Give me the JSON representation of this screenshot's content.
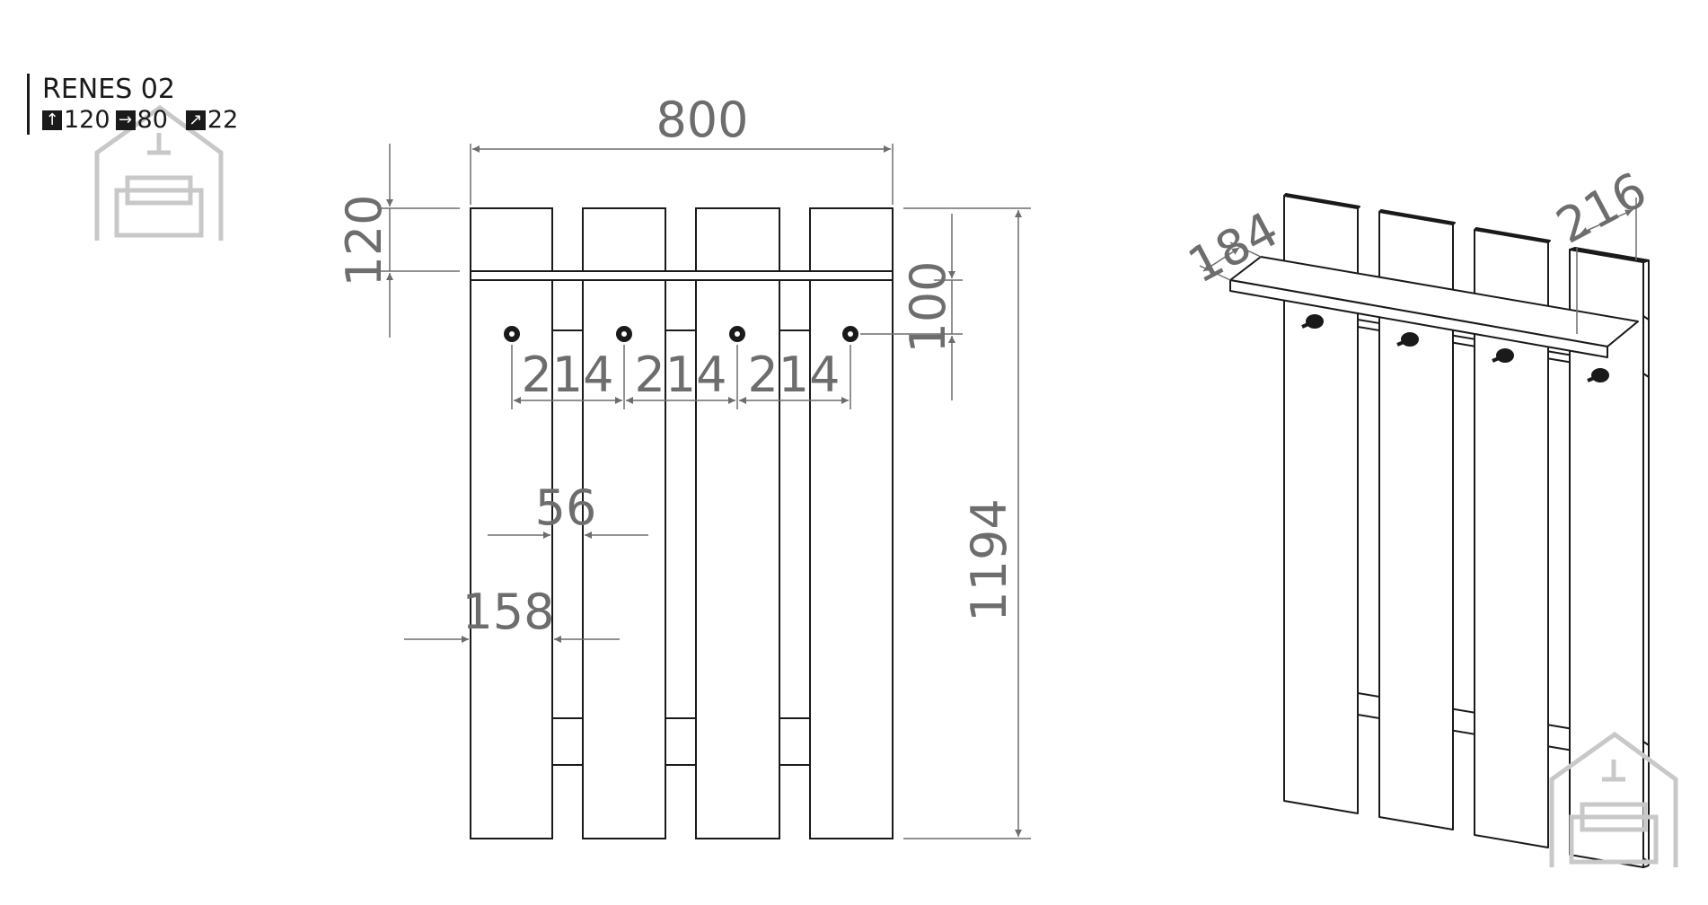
{
  "product": {
    "name": "RENES 02",
    "height": "120",
    "width": "80",
    "depth": "22"
  },
  "icons": {
    "height_icon": "arrow-up-icon",
    "width_icon": "arrow-right-icon",
    "depth_icon": "arrow-diagonal-icon",
    "watermark": "house-sofa-logo-icon"
  },
  "front_view": {
    "overall_width": "800",
    "shelf_height": "120",
    "hook_offset": "100",
    "overall_height": "1194",
    "hook_spacing_1": "214",
    "hook_spacing_2": "214",
    "hook_spacing_3": "214",
    "gap_width": "56",
    "board_width": "158"
  },
  "iso_view": {
    "shelf_depth": "184",
    "total_depth": "216"
  },
  "colors": {
    "outline": "#1a1a1a",
    "dimension": "#6d6d6d",
    "watermark": "#c8c8c8"
  }
}
